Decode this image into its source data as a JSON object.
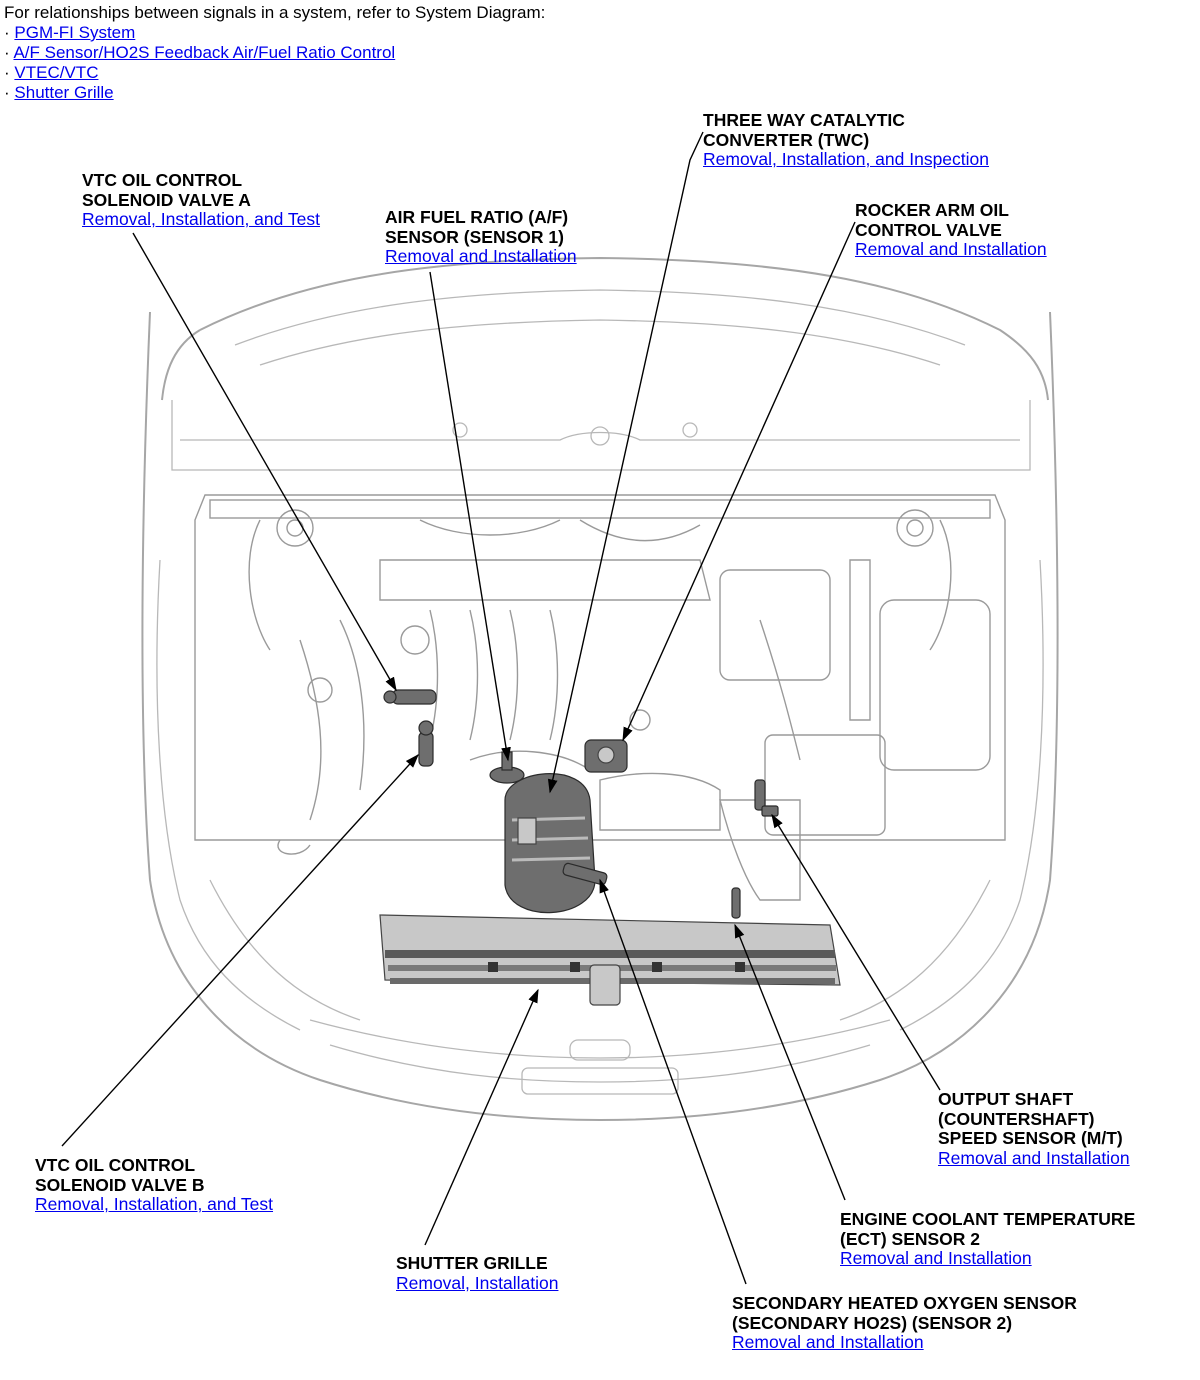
{
  "intro": {
    "text": "For relationships between signals in a system, refer to System Diagram:",
    "bullet": "·",
    "links": [
      "PGM-FI System",
      "A/F Sensor/HO2S Feedback Air/Fuel Ratio Control",
      "VTEC/VTC",
      "Shutter Grille"
    ]
  },
  "callouts": {
    "vtc_a": {
      "title": [
        "VTC OIL CONTROL",
        "SOLENOID VALVE A"
      ],
      "link": "Removal, Installation, and Test"
    },
    "af_sensor": {
      "title": [
        "AIR FUEL RATIO (A/F)",
        "SENSOR (SENSOR 1)"
      ],
      "link": "Removal and Installation"
    },
    "twc": {
      "title": [
        "THREE WAY CATALYTIC",
        "CONVERTER (TWC)"
      ],
      "link": "Removal, Installation, and Inspection"
    },
    "rocker": {
      "title": [
        "ROCKER ARM OIL",
        "CONTROL VALVE"
      ],
      "link": "Removal and Installation"
    },
    "output_shaft": {
      "title": [
        "OUTPUT SHAFT",
        "(COUNTERSHAFT)",
        "SPEED SENSOR (M/T)"
      ],
      "link": "Removal and Installation"
    },
    "vtc_b": {
      "title": [
        "VTC OIL CONTROL",
        "SOLENOID VALVE B"
      ],
      "link": "Removal, Installation, and Test"
    },
    "ect": {
      "title": [
        "ENGINE COOLANT TEMPERATURE",
        "(ECT) SENSOR 2"
      ],
      "link": "Removal and Installation"
    },
    "shutter": {
      "title": [
        "SHUTTER GRILLE"
      ],
      "link": "Removal, Installation"
    },
    "ho2s": {
      "title": [
        "SECONDARY HEATED OXYGEN SENSOR",
        "(SECONDARY HO2S) (SENSOR 2)"
      ],
      "link": "Removal and Installation"
    }
  }
}
